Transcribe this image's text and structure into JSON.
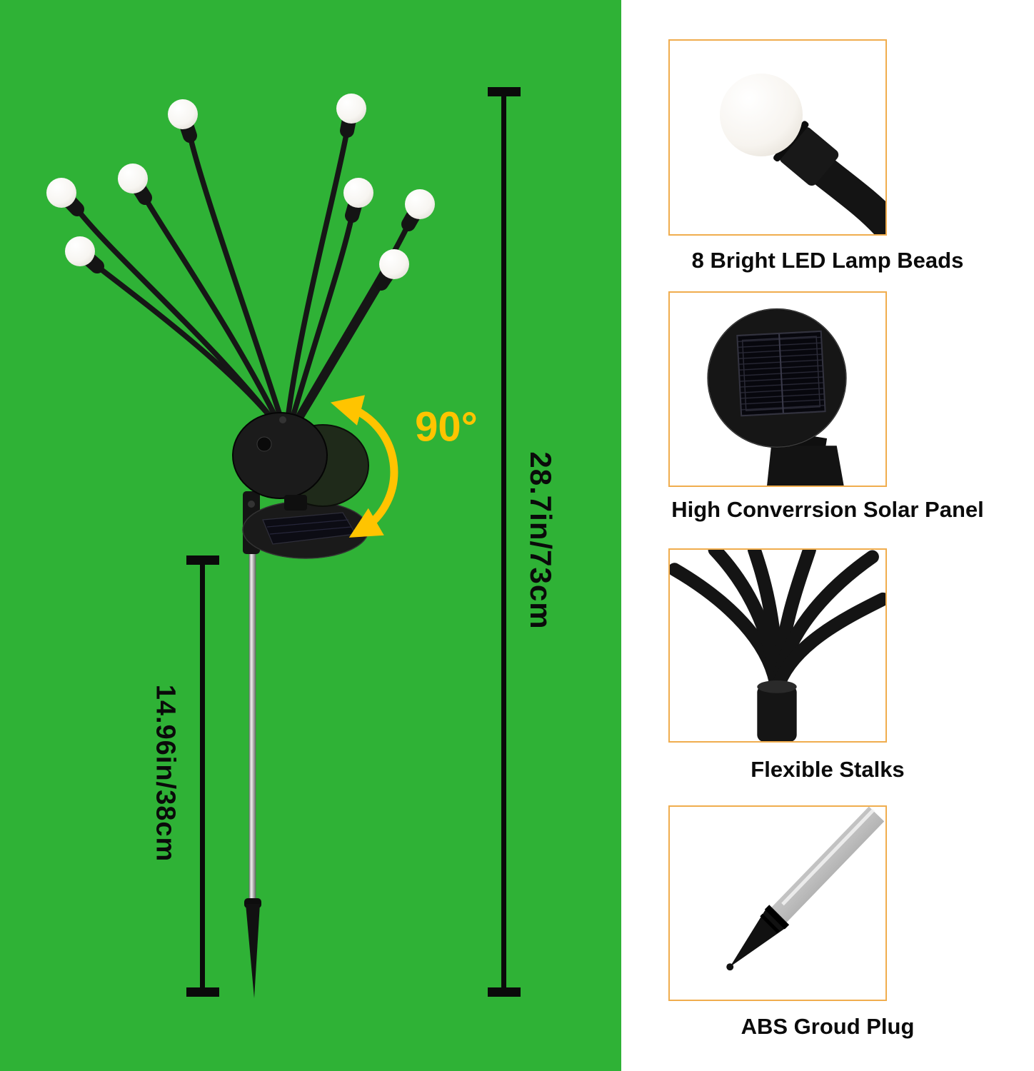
{
  "colors": {
    "green_background": "#2FB236",
    "accent_yellow": "#FFC400",
    "card_border": "#F0AD4E",
    "text": "#0A0A0A"
  },
  "diagram": {
    "rotation_angle_label": "90°",
    "overall_height_label": "28.7in/73cm",
    "stake_height_label": "14.96in/38cm"
  },
  "features": [
    {
      "caption": "8 Bright LED Lamp Beads",
      "icon": "led-lamp-bead-closeup"
    },
    {
      "caption": "High Converrsion Solar Panel",
      "icon": "solar-panel-closeup"
    },
    {
      "caption": "Flexible Stalks",
      "icon": "flexible-stalks-closeup"
    },
    {
      "caption": "ABS Groud Plug",
      "icon": "ground-plug-closeup"
    }
  ]
}
